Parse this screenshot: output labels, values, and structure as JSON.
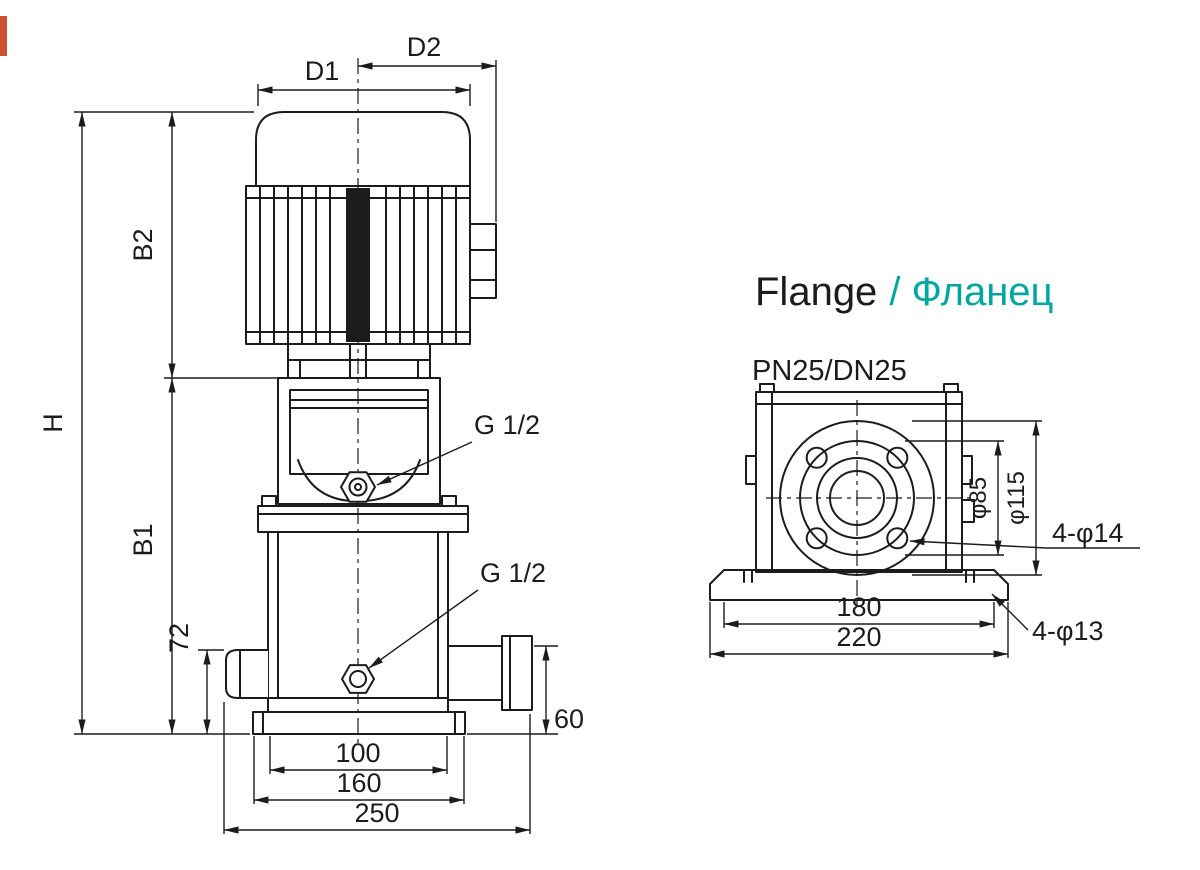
{
  "colors": {
    "line": "#1c1c1c",
    "accent": "#00a79f",
    "artifact": "#cc4f2e"
  },
  "front_view": {
    "dims": {
      "d1": "D1",
      "d2": "D2",
      "h": "H",
      "b2": "B2",
      "b1": "B1",
      "h72": "72",
      "h60": "60",
      "w100": "100",
      "w160": "160",
      "w250": "250"
    },
    "ports": {
      "top": "G 1/2",
      "bottom": "G 1/2"
    }
  },
  "flange_view": {
    "title_en": "Flange",
    "title_ru": "/ Фланец",
    "standard": "PN25/DN25",
    "dims": {
      "bolt_circle": "φ85",
      "outer_diameter": "φ115",
      "flange_holes": "4-φ14",
      "base_holes": "4-φ13",
      "base_inner": "180",
      "base_outer": "220"
    }
  }
}
